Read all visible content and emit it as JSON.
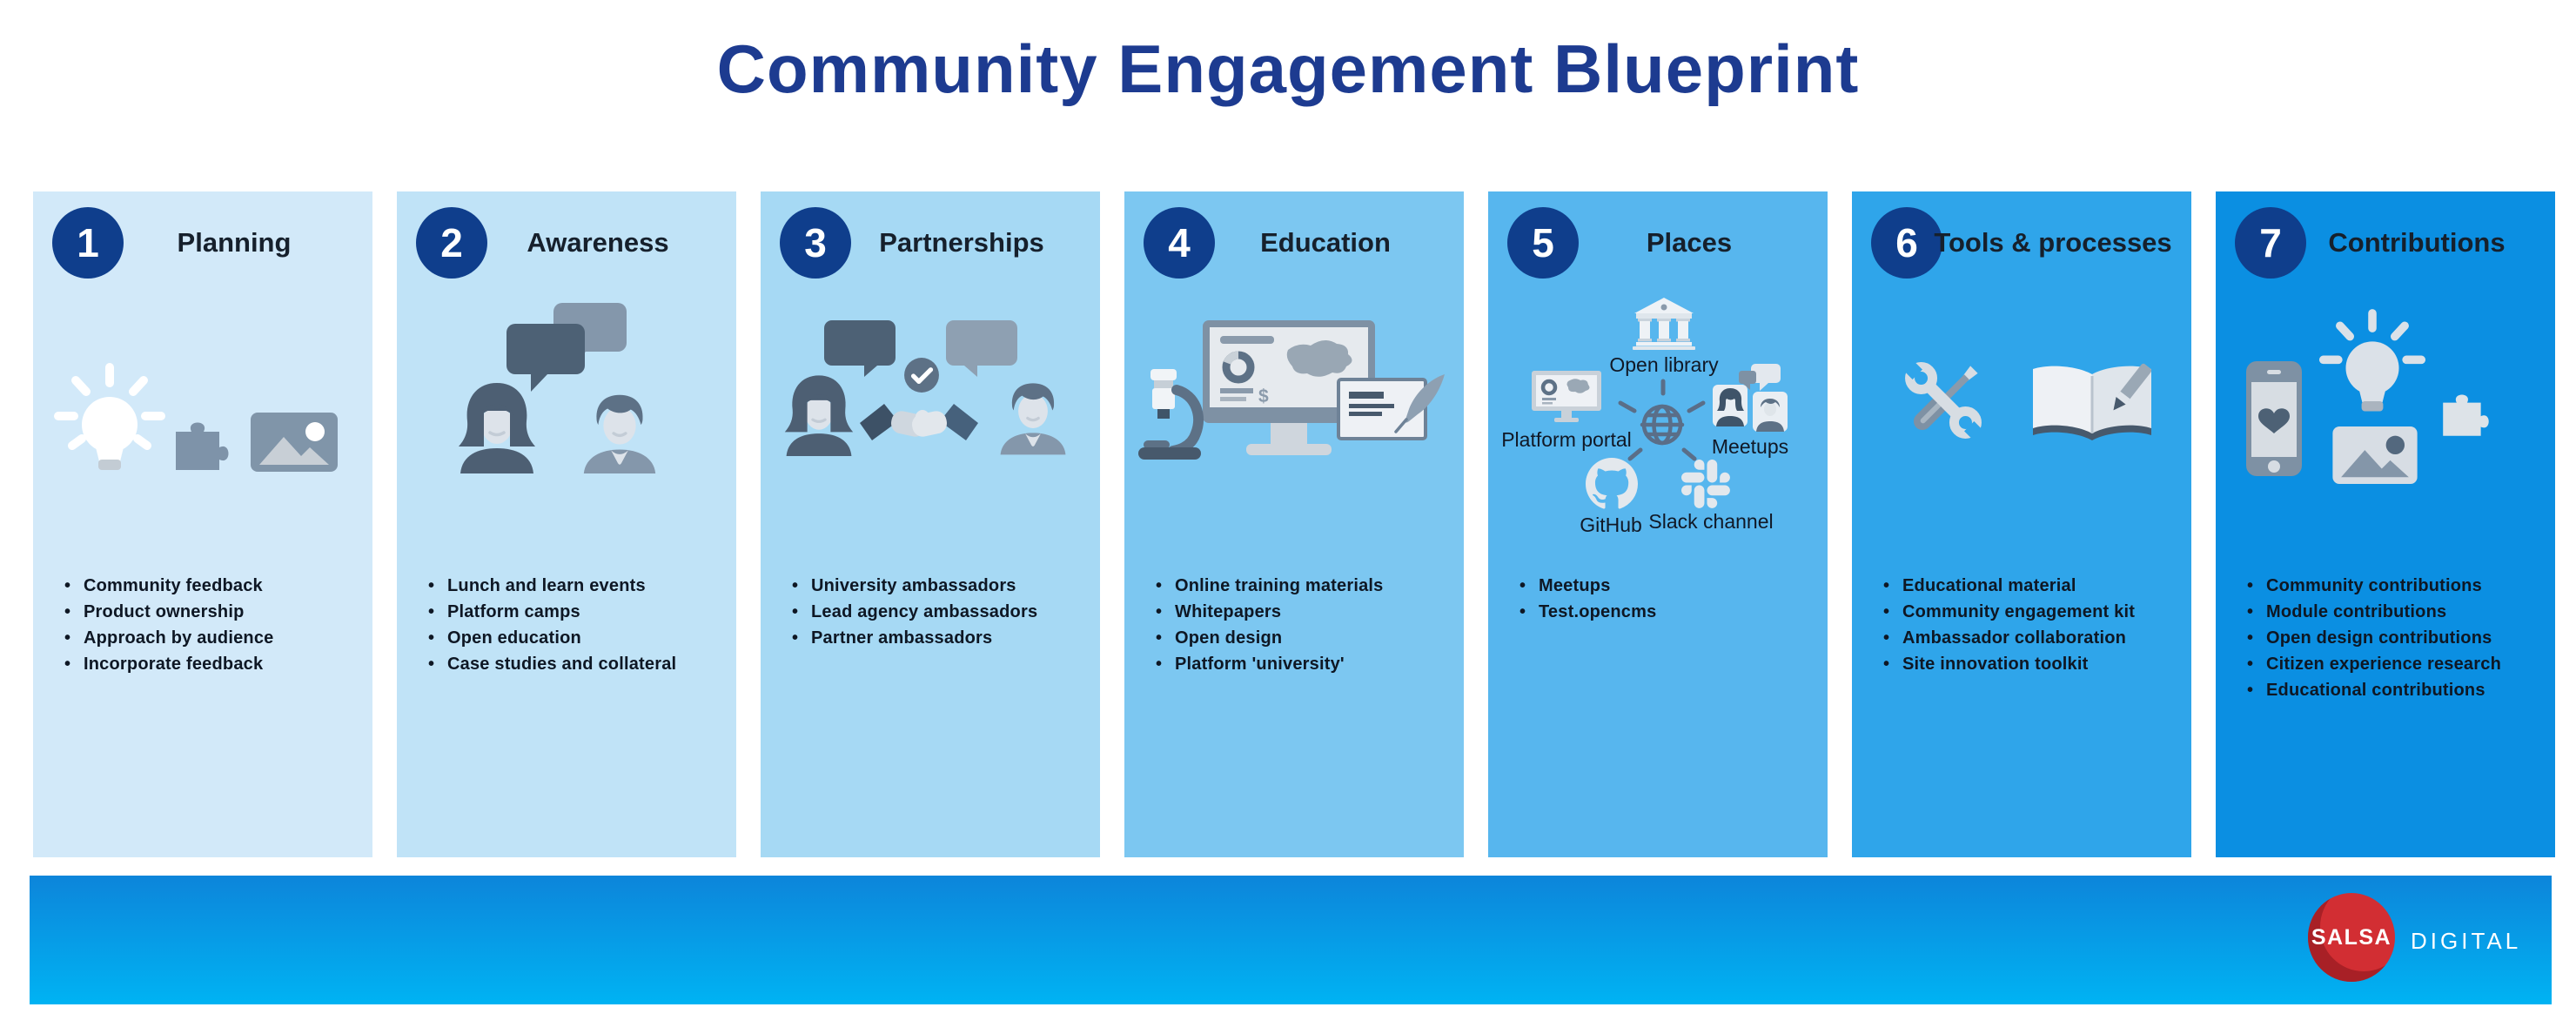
{
  "page": {
    "title": "Community Engagement Blueprint"
  },
  "colors": {
    "title_navy": "#1d3b90",
    "badge_navy": "#0f3e8c",
    "text_dark": "#0e1724",
    "cards": [
      "#d2e9f9",
      "#c0e3f7",
      "#a6d9f4",
      "#7cc7f1",
      "#57b6ee",
      "#2fa5ea",
      "#0b8fe2"
    ],
    "footer_gradient_top": "#0d85da",
    "footer_gradient_bottom": "#00b3f3",
    "logo_red": "#d22e33",
    "icon_slate_dark": "#3f5469",
    "icon_slate": "#7e91a4",
    "icon_light": "#e3e8ed"
  },
  "columns": [
    {
      "number": "1",
      "title": "Planning",
      "icons": [
        "lightbulb-icon",
        "puzzle-icon",
        "photo-icon"
      ],
      "bullets": [
        "Community feedback",
        "Product ownership",
        "Approach by audience",
        "Incorporate feedback"
      ]
    },
    {
      "number": "2",
      "title": "Awareness",
      "icons": [
        "chat-bubbles-icon",
        "woman-avatar-icon",
        "man-avatar-icon"
      ],
      "bullets": [
        "Lunch and learn events",
        "Platform camps",
        "Open education",
        "Case studies and collateral"
      ]
    },
    {
      "number": "3",
      "title": "Partnerships",
      "icons": [
        "speech-bubble-icon",
        "check-circle-icon",
        "speech-bubble-icon",
        "woman-avatar-icon",
        "handshake-icon",
        "man-avatar-icon"
      ],
      "bullets": [
        "University ambassadors",
        "Lead agency ambassadors",
        "Partner ambassadors"
      ]
    },
    {
      "number": "4",
      "title": "Education",
      "icons": [
        "microscope-icon",
        "dashboard-monitor-icon",
        "whitepaper-quill-icon"
      ],
      "bullets": [
        "Online training materials",
        "Whitepapers",
        "Open design",
        "Platform 'university'"
      ]
    },
    {
      "number": "5",
      "title": "Places",
      "icons": [
        "globe-icon",
        "library-building-icon",
        "portal-monitor-icon",
        "meetup-people-icon",
        "github-icon",
        "slack-icon"
      ],
      "hub": {
        "nodes": [
          {
            "label": "Open library",
            "icon": "library-building-icon"
          },
          {
            "label": "Platform portal",
            "icon": "portal-monitor-icon"
          },
          {
            "label": "Meetups",
            "icon": "meetup-people-icon"
          },
          {
            "label": "GitHub",
            "icon": "github-icon"
          },
          {
            "label": "Slack channel",
            "icon": "slack-icon"
          }
        ]
      },
      "bullets": [
        "Meetups",
        "Test.opencms"
      ]
    },
    {
      "number": "6",
      "title": "Tools & processes",
      "icons": [
        "wrench-screwdriver-icon",
        "book-pencil-icon"
      ],
      "bullets": [
        "Educational material",
        "Community engagement kit",
        "Ambassador collaboration",
        "Site innovation toolkit"
      ]
    },
    {
      "number": "7",
      "title": "Contributions",
      "icons": [
        "phone-heart-icon",
        "lightbulb-icon",
        "photo-icon",
        "puzzle-icon"
      ],
      "bullets": [
        "Community contributions",
        "Module contributions",
        "Open design contributions",
        "Citizen experience research",
        "Educational contributions"
      ]
    }
  ],
  "footer": {
    "logo_primary": "SALSA",
    "logo_secondary": "DIGITAL"
  }
}
